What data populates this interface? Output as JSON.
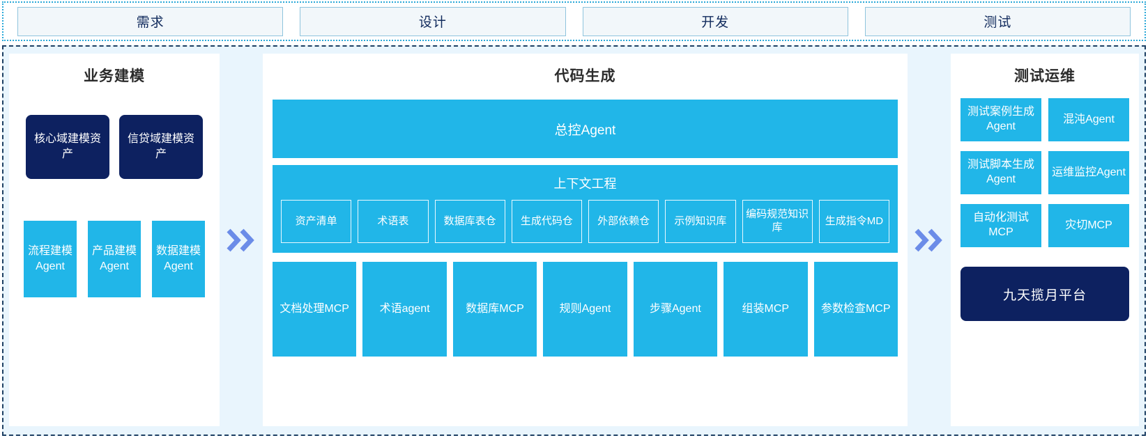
{
  "phases": {
    "items": [
      {
        "label": "需求"
      },
      {
        "label": "设计"
      },
      {
        "label": "开发"
      },
      {
        "label": "测试"
      }
    ]
  },
  "separators": {
    "chevron_icon": "double-chevron-right",
    "color": "#6b8ce8"
  },
  "colors": {
    "accent_light_blue": "#21b6e8",
    "accent_dark_navy": "#0d2160",
    "panel_background": "#ffffff",
    "canvas_background": "#e9f5fd",
    "phase_box_fill": "#f2f7fa",
    "phase_box_border": "#8fc4dd",
    "phase_text": "#102a5c",
    "top_border": "#29a8d8",
    "main_border": "#1c3f63"
  },
  "left_panel": {
    "title": "业务建模",
    "assets": [
      {
        "label": "核心域建模资产"
      },
      {
        "label": "信贷域建模资产"
      }
    ],
    "agents": [
      {
        "label": "流程建模Agent"
      },
      {
        "label": "产品建模Agent"
      },
      {
        "label": "数据建模Agent"
      }
    ]
  },
  "middle_panel": {
    "title": "代码生成",
    "master_agent": "总控Agent",
    "context": {
      "title": "上下文工程",
      "items": [
        {
          "label": "资产清单"
        },
        {
          "label": "术语表"
        },
        {
          "label": "数据库表仓"
        },
        {
          "label": "生成代码仓"
        },
        {
          "label": "外部依赖仓"
        },
        {
          "label": "示例知识库"
        },
        {
          "label": "编码规范知识库"
        },
        {
          "label": "生成指令MD"
        }
      ]
    },
    "tools": [
      {
        "label": "文档处理MCP"
      },
      {
        "label": "术语agent"
      },
      {
        "label": "数据库MCP"
      },
      {
        "label": "规则Agent"
      },
      {
        "label": "步骤Agent"
      },
      {
        "label": "组装MCP"
      },
      {
        "label": "参数检查MCP"
      }
    ]
  },
  "right_panel": {
    "title": "测试运维",
    "items": [
      {
        "label": "测试案例生成Agent"
      },
      {
        "label": "混沌Agent"
      },
      {
        "label": "测试脚本生成Agent"
      },
      {
        "label": "运维监控Agent"
      },
      {
        "label": "自动化测试MCP"
      },
      {
        "label": "灾切MCP"
      }
    ],
    "platform": "九天揽月平台"
  }
}
